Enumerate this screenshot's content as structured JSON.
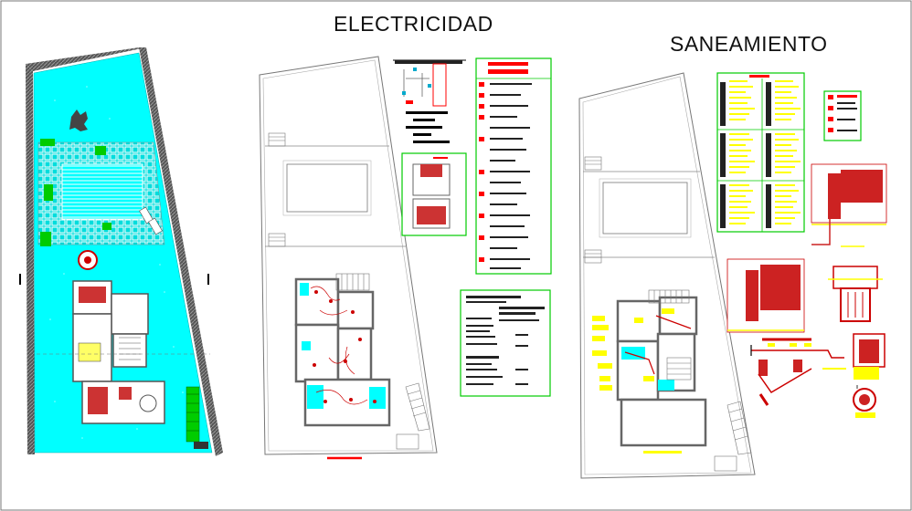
{
  "titles": {
    "electricity": "ELECTRICIDAD",
    "sanitation": "SANEAMIENTO"
  },
  "sheets": [
    {
      "id": "site-plan",
      "label": ""
    },
    {
      "id": "electrical-plan",
      "label": ""
    },
    {
      "id": "sanitation-plan",
      "label": ""
    }
  ],
  "colors": {
    "lawn": "#00ffff",
    "green": "#00cc00",
    "red": "#ff0000",
    "yellow": "#ffff00",
    "line": "#555555",
    "black": "#000000"
  }
}
